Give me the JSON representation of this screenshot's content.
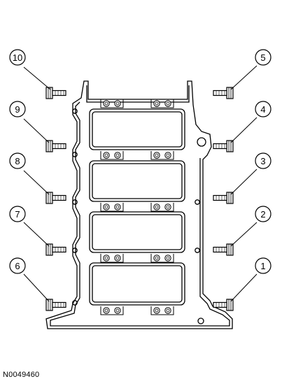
{
  "diagram": {
    "callouts": [
      "1",
      "2",
      "3",
      "4",
      "5",
      "6",
      "7",
      "8",
      "9",
      "10"
    ],
    "figure_id": "N0049460"
  },
  "colors": {
    "line": "#000000",
    "fill": "#ffffff"
  },
  "icons": {
    "bolt": "bolt-icon",
    "bolt_hole": "bolt-hole-icon",
    "frame": "lower-crankcase-frame"
  }
}
